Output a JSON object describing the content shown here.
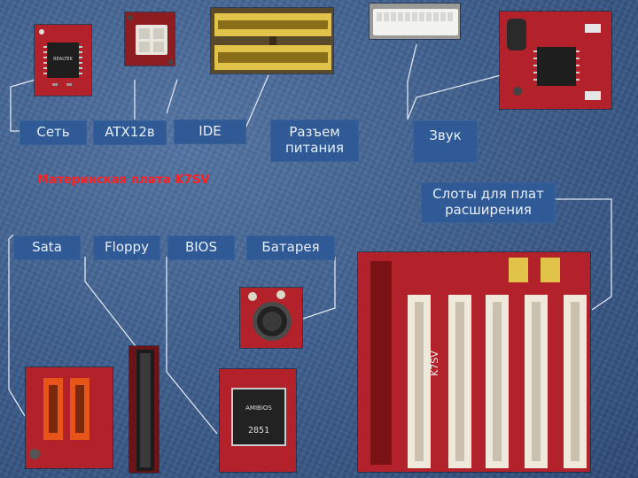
{
  "title": "Материнская плата K7SV",
  "labels": {
    "net": "Сеть",
    "atx12v": "ATX12в",
    "ide": "IDE",
    "power_connector": "Разъем питания",
    "sound": "Звук",
    "expansion_slots": "Слоты для плат расширения",
    "sata": "Sata",
    "floppy": "Floppy",
    "bios": "BIOS",
    "battery": "Батарея"
  },
  "chip_markings": {
    "net_chip": "REALTEK",
    "bios_chip": "AMIBIOS",
    "bios_code": "2851",
    "board_model": "K7SV"
  },
  "colors": {
    "accent_title": "#ff2020",
    "label_bg": "#2f5a95",
    "pcb_red": "#b3222a"
  }
}
